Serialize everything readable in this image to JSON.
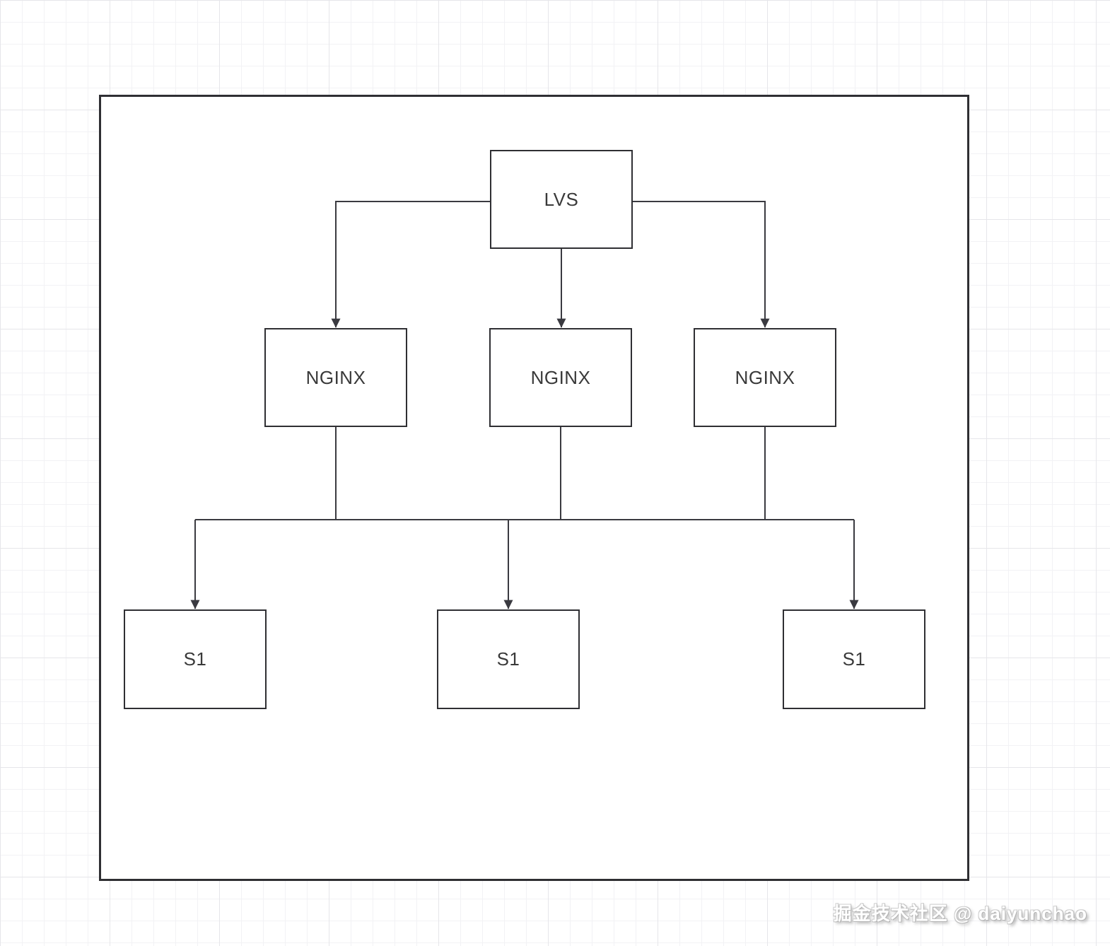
{
  "nodes": [
    {
      "id": "lvs",
      "label": "LVS"
    },
    {
      "id": "nginx-1",
      "label": "NGINX"
    },
    {
      "id": "nginx-2",
      "label": "NGINX"
    },
    {
      "id": "nginx-3",
      "label": "NGINX"
    },
    {
      "id": "s1-1",
      "label": "S1"
    },
    {
      "id": "s1-2",
      "label": "S1"
    },
    {
      "id": "s1-3",
      "label": "S1"
    }
  ],
  "watermark": {
    "text": "掘金技术社区 @ daiyunchao"
  },
  "colors": {
    "node_border": "#2f2f33",
    "connector": "#3a3a40",
    "node_text": "#3a3a3a",
    "grid_minor": "#f2f2f5",
    "grid_major": "#e6e6ea",
    "background": "#ffffff"
  }
}
